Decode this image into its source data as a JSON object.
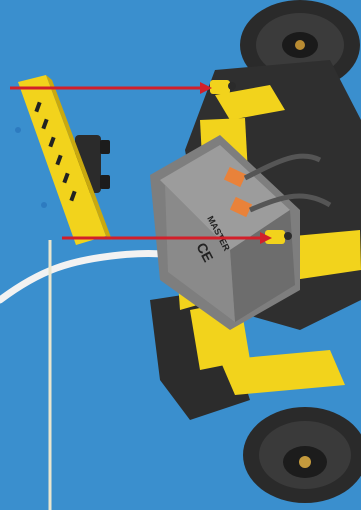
{
  "colors": {
    "background": "#3a8fce",
    "yellow": "#f2d31c",
    "yellow_shadow": "#c9a90f",
    "dark": "#2b2b2b",
    "gray_block": "#8f8f8f",
    "gray_light": "#b9b9b9",
    "arrow_red": "#d21f2a",
    "pointer_line": "#e9e6cf",
    "cable_white": "#f2f2f2",
    "orange": "#e9823a"
  },
  "labels": {
    "brand_text": "MASTER",
    "ce_mark": "CE"
  },
  "icons": {
    "arrow_1": "red-arrow",
    "arrow_2": "red-arrow"
  }
}
